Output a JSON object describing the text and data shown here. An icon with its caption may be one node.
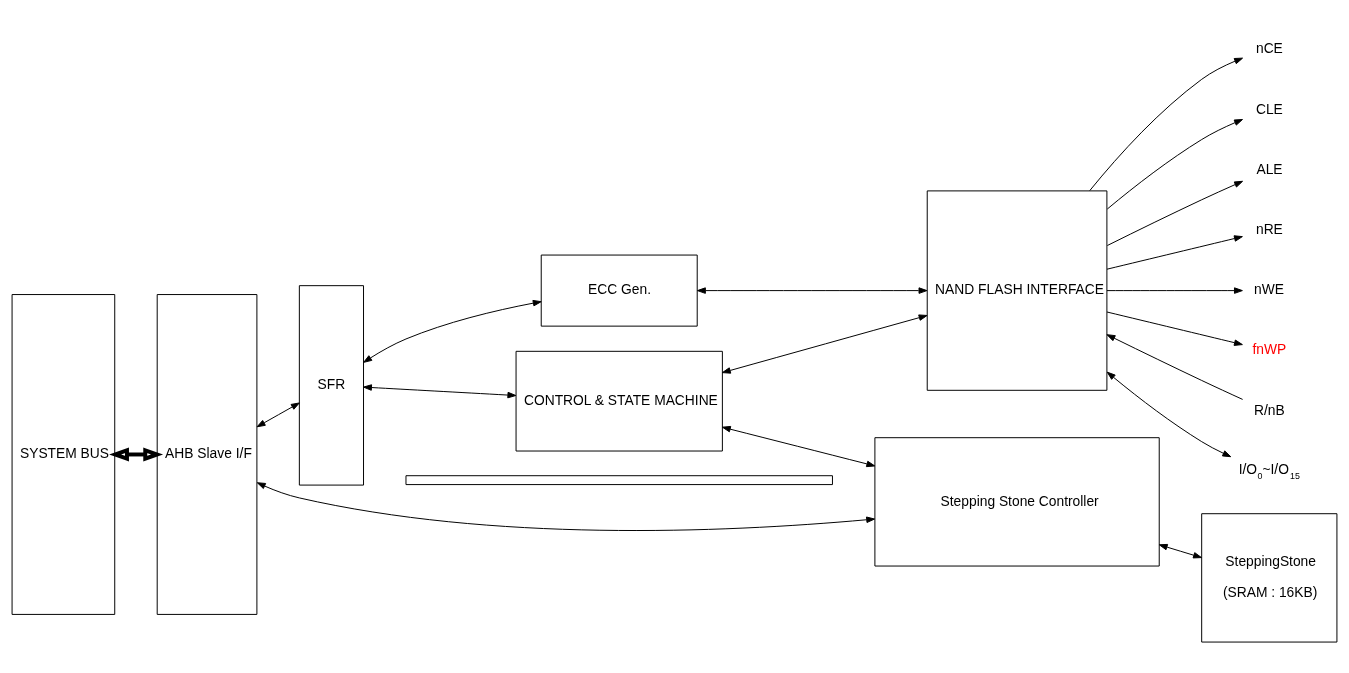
{
  "diagram": {
    "nodes": [
      {
        "text": [
          "SYSTEM BUS"
        ]
      },
      {
        "text": [
          "AHB Slave I/F"
        ]
      },
      {
        "text": [
          "SFR"
        ]
      },
      {
        "text": [
          "ECC Gen."
        ]
      },
      {
        "text": [
          "CONTROL & STATE MACHINE"
        ]
      },
      {
        "text": [
          "NAND FLASH INTERFACE"
        ]
      },
      {
        "text": [],
        "shape": "bar"
      },
      {
        "text": [
          "Stepping Stone Controller"
        ]
      },
      {
        "text": [
          "SteppingStone",
          "(SRAM : 16KB)"
        ]
      },
      {
        "text": [
          "nCE"
        ]
      },
      {
        "text": [
          "CLE"
        ]
      },
      {
        "text": [
          "ALE"
        ]
      },
      {
        "text": [
          "nRE"
        ]
      },
      {
        "text": [
          "nWE"
        ]
      },
      {
        "text": [
          "fnWP"
        ]
      },
      {
        "text": [
          "R/nB"
        ]
      },
      {
        "text": [
          "I/O$_{0}$~I/O$_{15}$"
        ]
      }
    ],
    "edges": [
      {
        "from": 0,
        "to": 1,
        "arrow": "both",
        "style": "thick"
      },
      {
        "from": 1,
        "to": 2,
        "arrow": "both"
      },
      {
        "from": 1,
        "to": 7,
        "arrow": "both"
      },
      {
        "from": 2,
        "to": 3,
        "arrow": "both"
      },
      {
        "from": 2,
        "to": 4,
        "arrow": "both"
      },
      {
        "from": 3,
        "to": 5,
        "arrow": "both"
      },
      {
        "from": 4,
        "to": 5,
        "arrow": "both"
      },
      {
        "from": 4,
        "to": 7,
        "arrow": "both"
      },
      {
        "from": 7,
        "to": 8,
        "arrow": "both"
      },
      {
        "from": 5,
        "to": 9,
        "arrow": "to"
      },
      {
        "from": 5,
        "to": 10,
        "arrow": "to"
      },
      {
        "from": 5,
        "to": 11,
        "arrow": "to"
      },
      {
        "from": 5,
        "to": 12,
        "arrow": "to"
      },
      {
        "from": 5,
        "to": 13,
        "arrow": "to"
      },
      {
        "from": 5,
        "to": 14,
        "arrow": "to"
      },
      {
        "from": 15,
        "to": 5,
        "arrow": "to"
      },
      {
        "from": 5,
        "to": 16,
        "arrow": "both"
      }
    ]
  }
}
